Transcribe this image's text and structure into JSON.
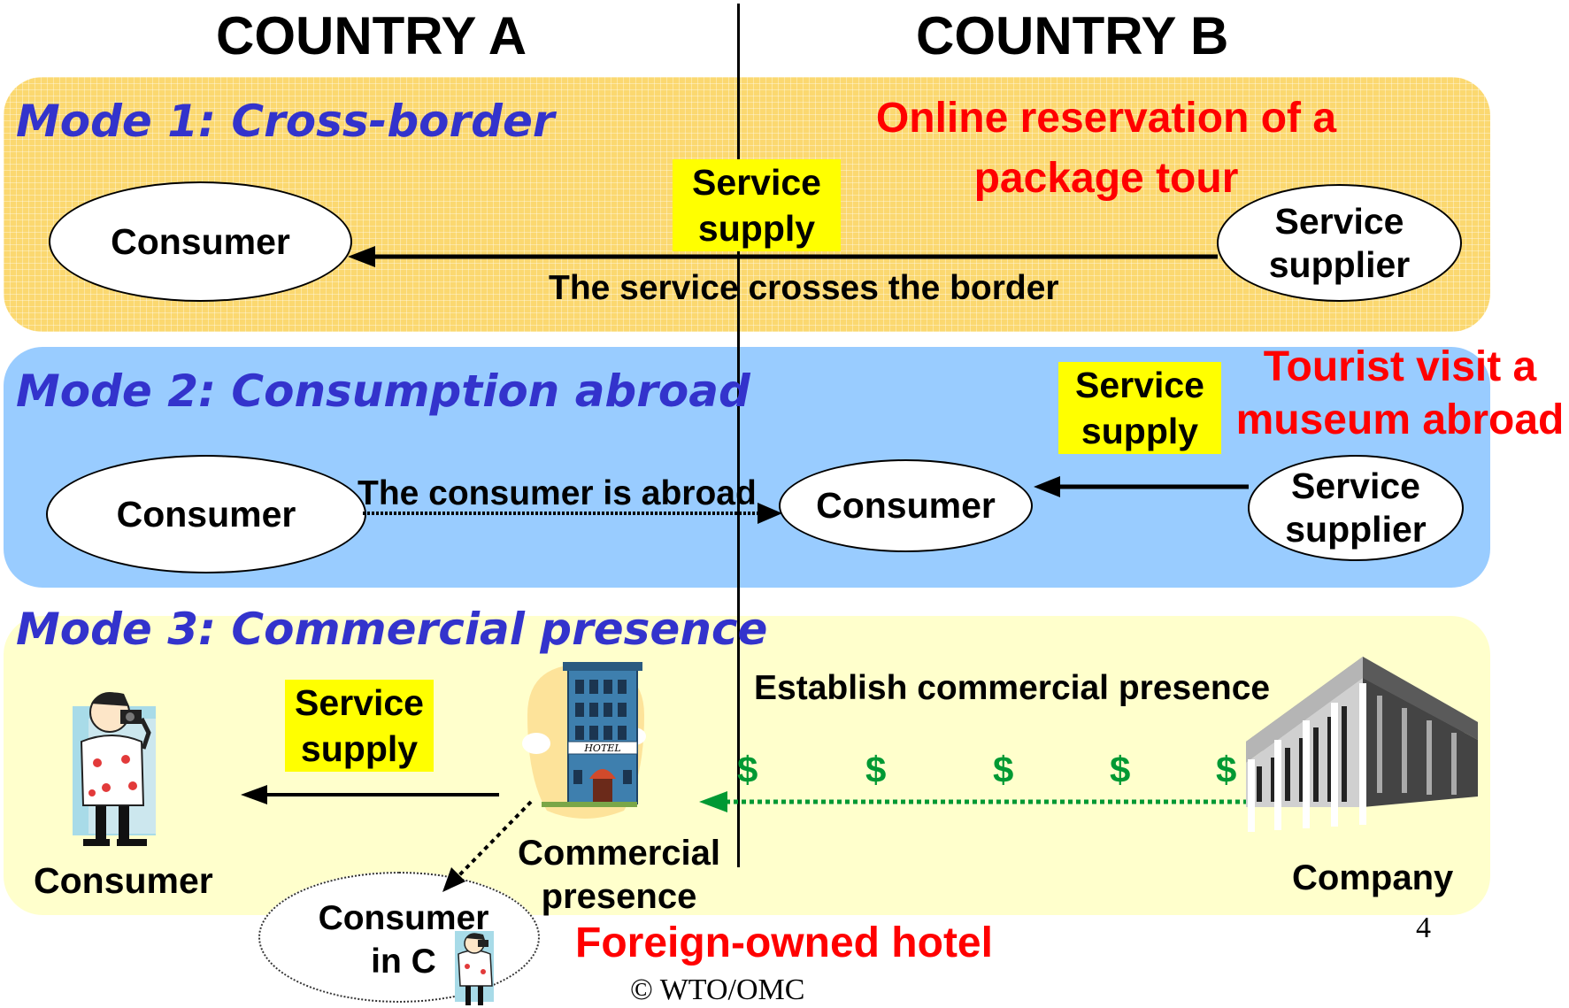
{
  "header": {
    "country_a": "COUNTRY A",
    "country_b": "COUNTRY B"
  },
  "mode1": {
    "title": "Mode 1: Cross-border",
    "example_line1": "Online reservation of a",
    "example_line2": "package tour",
    "service_supply_line1": "Service",
    "service_supply_line2": "supply",
    "consumer": "Consumer",
    "supplier_line1": "Service",
    "supplier_line2": "supplier",
    "arrow_label": "The service crosses the border"
  },
  "mode2": {
    "title": "Mode 2: Consumption abroad",
    "example_line1": "Tourist  visit a",
    "example_line2": "museum abroad",
    "service_supply_line1": "Service",
    "service_supply_line2": "supply",
    "consumer_home": "Consumer",
    "consumer_abroad": "Consumer",
    "supplier_line1": "Service",
    "supplier_line2": "supplier",
    "arrow_label": "The consumer is abroad"
  },
  "mode3": {
    "title": "Mode 3: Commercial presence",
    "service_supply_line1": "Service",
    "service_supply_line2": "supply",
    "establish_label": "Establish commercial presence",
    "dollar_symbol": "$",
    "consumer": "Consumer",
    "commercial_presence_line1": "Commercial",
    "commercial_presence_line2": "presence",
    "company": "Company",
    "consumer_c_line1": "Consumer",
    "consumer_c_line2": "in C",
    "example": "Foreign-owned hotel",
    "hotel_sign": "HOTEL"
  },
  "footer": {
    "page_number": "4",
    "copyright": "© WTO/OMC"
  },
  "colors": {
    "mode1_band": "#fbd870",
    "mode2_band": "#99ccff",
    "mode3_band": "#ffffcc",
    "mode_title": "#3333cc",
    "example_text": "#ff0000",
    "service_supply_box": "#ffff00",
    "investment_flow": "#009933"
  },
  "icons": [
    "tourist-icon",
    "hotel-icon",
    "company-building-icon"
  ]
}
